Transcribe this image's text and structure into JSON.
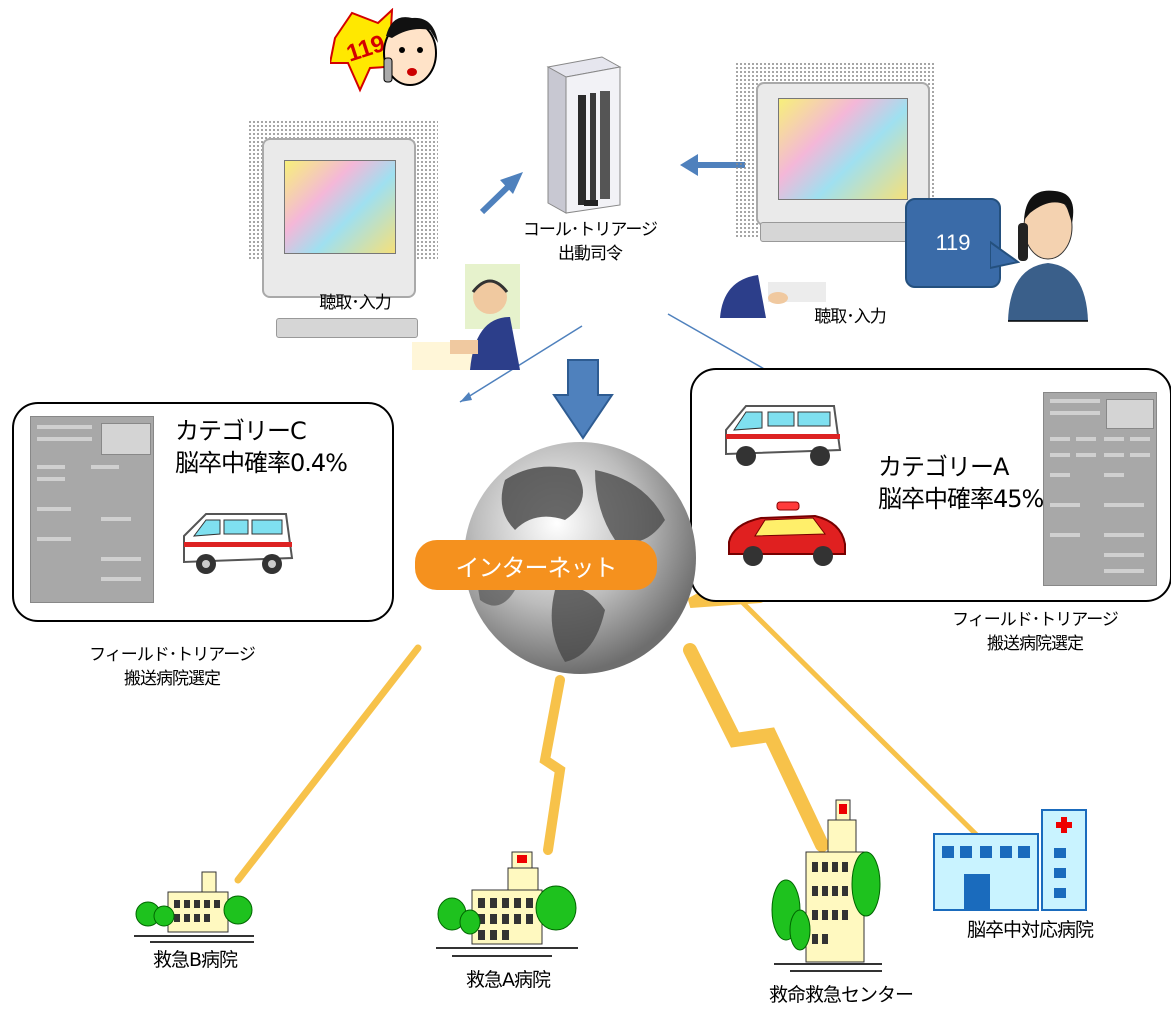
{
  "callout": {
    "number": "119"
  },
  "caller_badge": {
    "number": "119"
  },
  "dispatch": {
    "line1": "コール･トリアージ",
    "line2": "出動司令"
  },
  "left_terminal": {
    "label": "聴取･入力"
  },
  "right_terminal": {
    "label": "聴取･入力"
  },
  "internet": {
    "label": "インターネット"
  },
  "category_c": {
    "title": "カテゴリーC",
    "probability": "脳卒中確率0.4%"
  },
  "category_a": {
    "title": "カテゴリーA",
    "probability": "脳卒中確率45%"
  },
  "field_triage_left": {
    "line1": "フィールド･トリアージ",
    "line2": "搬送病院選定"
  },
  "field_triage_right": {
    "line1": "フィールド･トリアージ",
    "line2": "搬送病院選定"
  },
  "hospitals": {
    "b": "救急B病院",
    "a": "救急A病院",
    "center": "救命救急センター",
    "stroke": "脳卒中対応病院"
  },
  "colors": {
    "arrow_blue": "#4f81bd",
    "internet_orange": "#f5911e",
    "link_yellow": "#f7c24a",
    "callout_blue": "#3a6ba8"
  }
}
